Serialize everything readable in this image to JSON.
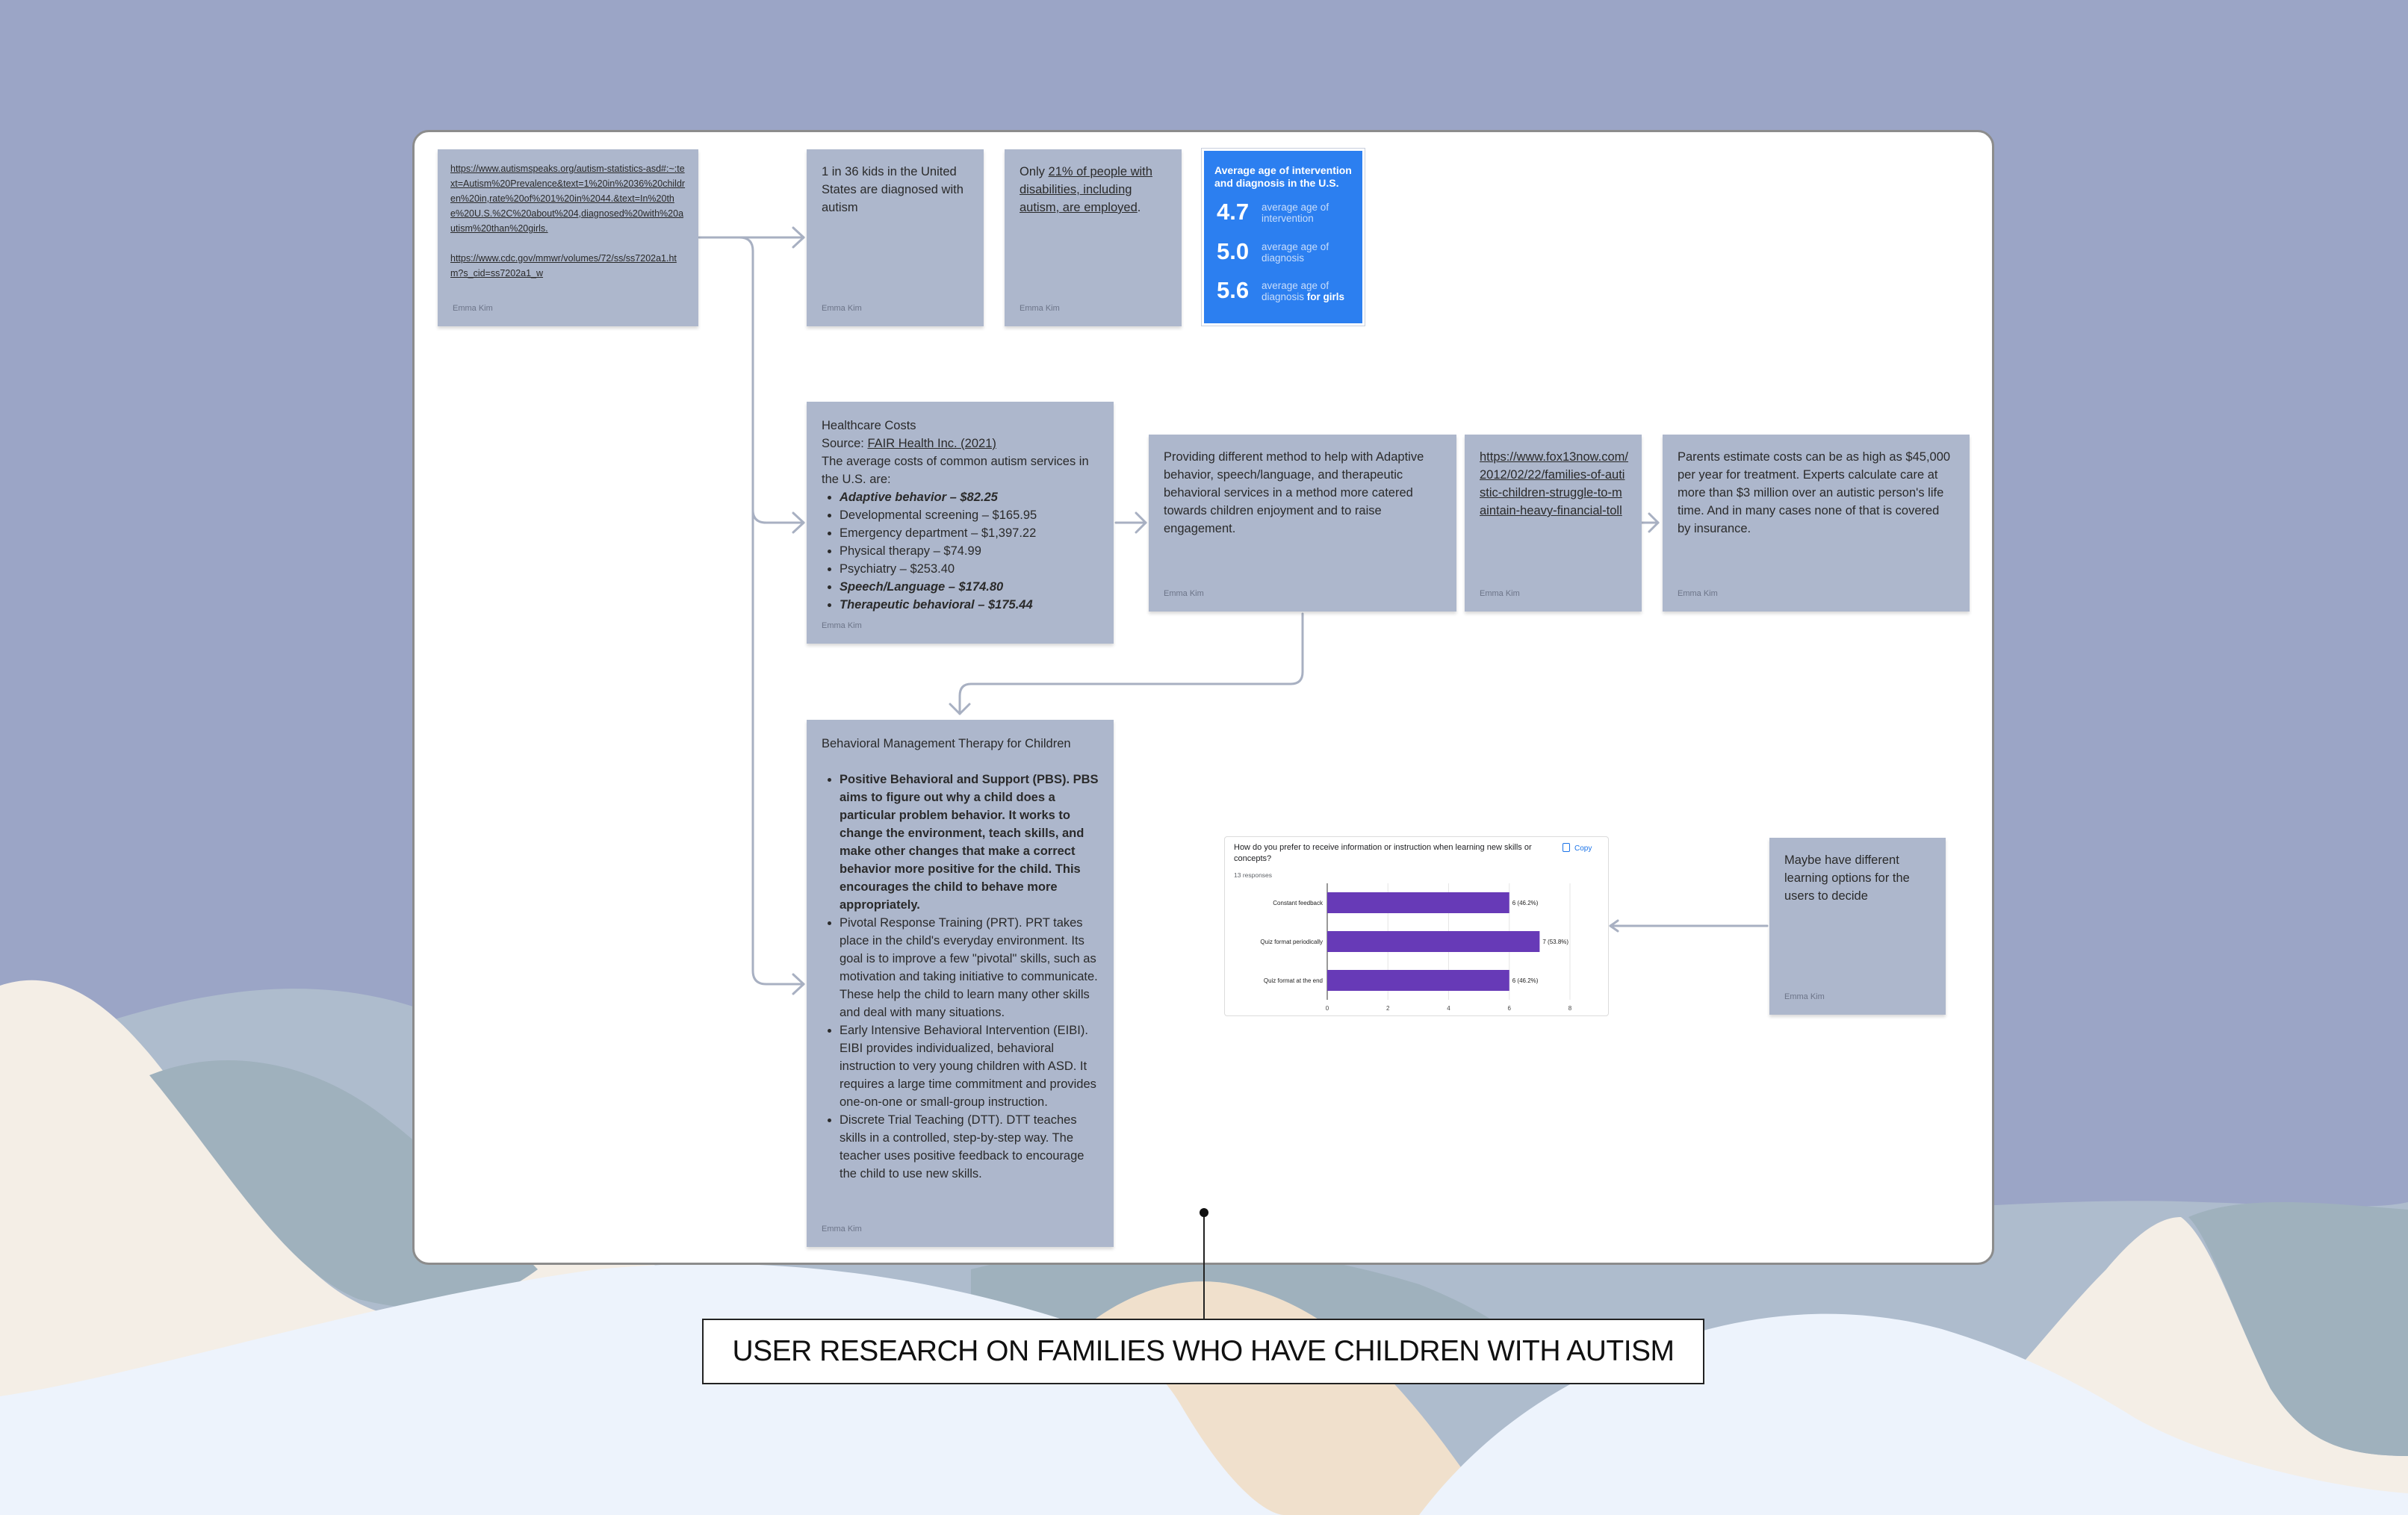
{
  "colors": {
    "background": "#9ba5c6",
    "board": "#ffffff",
    "note": "#adb7cc",
    "stats_card": "#2c7ff0",
    "connector": "#a8b0c2",
    "bar": "#673ab7"
  },
  "notes": {
    "sources": {
      "url1": "https://www.autismspeaks.org/autism-statistics-asd#:~:text=Autism%20Prevalence&text=1%20in%2036%20children%20in,rate%20of%201%20in%2044.&text=In%20the%20U.S.%2C%20about%204,diagnosed%20with%20autism%20than%20girls.",
      "url2": "https://www.cdc.gov/mmwr/volumes/72/ss/ss7202a1.htm?s_cid=ss7202a1_w",
      "author": "Emma Kim"
    },
    "prevalence": {
      "text": "1 in 36 kids in the United States are diagnosed with autism",
      "author": "Emma Kim"
    },
    "employment": {
      "prefix": "Only ",
      "link": "21% of people with disabilities, including autism, are employed",
      "suffix": ".",
      "author": "Emma Kim"
    },
    "healthcare": {
      "title": "Healthcare Costs",
      "source_prefix": "Source: ",
      "source_link": "FAIR Health Inc. (2021)",
      "intro": "The average costs of common autism services in the U.S. are:",
      "items": [
        "Adaptive behavior – $82.25",
        "Developmental screening – $165.95",
        "Emergency department – $1,397.22",
        "Physical therapy – $74.99",
        "Psychiatry – $253.40",
        "Speech/Language – $174.80",
        "Therapeutic behavioral – $175.44"
      ],
      "author": "Emma Kim"
    },
    "methods": {
      "text": "Providing different method to help with Adaptive behavior, speech/language, and therapeutic behavioral services in a method more catered towards children enjoyment and to raise engagement.",
      "author": "Emma Kim"
    },
    "fox": {
      "link": "https://www.fox13now.com/2012/02/22/families-of-autistic-children-struggle-to-maintain-heavy-financial-toll",
      "author": "Emma Kim"
    },
    "parents": {
      "text": "Parents estimate costs can be as high as $45,000 per year for treatment. Experts calculate care at more than $3 million over an autistic person's life time. And in many cases none of that is covered by insurance.",
      "author": "Emma Kim"
    },
    "therapy": {
      "title": "Behavioral Management Therapy for Children",
      "items": [
        "Positive Behavioral and Support (PBS). PBS aims to figure out why a child does a particular problem behavior. It works to change the environment, teach skills, and make other changes that make a correct behavior more positive for the child. This encourages the child to behave more appropriately.",
        "Pivotal Response Training (PRT). PRT takes place in the child's everyday environment. Its goal is to improve a few \"pivotal\" skills, such as motivation and taking initiative to communicate. These help the child to learn many other skills and deal with many situations.",
        "Early Intensive Behavioral Intervention (EIBI). EIBI provides individualized, behavioral instruction to very young children with ASD. It requires a large time commitment and provides one-on-one or small-group instruction.",
        "Discrete Trial Teaching (DTT). DTT teaches skills in a controlled, step-by-step way. The teacher uses positive feedback to encourage the child to use new skills."
      ],
      "author": "Emma Kim"
    },
    "options": {
      "text": "Maybe have different learning options for the users to decide",
      "author": "Emma Kim"
    }
  },
  "stats": {
    "title": "Average age of intervention and diagnosis in the U.S.",
    "rows": [
      {
        "value": "4.7",
        "label": "average age of intervention",
        "emphasis": ""
      },
      {
        "value": "5.0",
        "label": "average age of diagnosis",
        "emphasis": ""
      },
      {
        "value": "5.6",
        "label": "average age of diagnosis ",
        "emphasis": "for girls"
      }
    ]
  },
  "survey": {
    "question": "How do you prefer to receive information or instruction when learning new skills or concepts?",
    "responses": "13 responses",
    "copy_label": "Copy"
  },
  "chart_data": {
    "type": "bar",
    "orientation": "horizontal",
    "categories": [
      "Constant feedback",
      "Quiz format periodically",
      "Quiz format at the end"
    ],
    "values": [
      6,
      7,
      6
    ],
    "value_labels": [
      "6 (46.2%)",
      "7 (53.8%)",
      "6 (46.2%)"
    ],
    "xlim": [
      0,
      8
    ],
    "xticks": [
      0,
      2,
      4,
      6,
      8
    ],
    "grid": true
  },
  "caption": "USER RESEARCH ON FAMILIES WHO HAVE CHILDREN WITH AUTISM"
}
